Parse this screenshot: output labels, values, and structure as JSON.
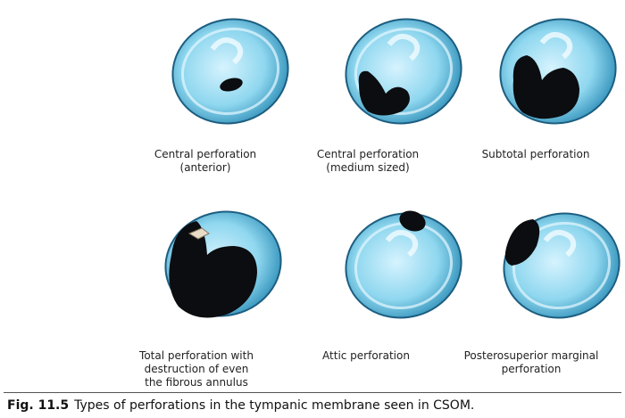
{
  "panels": [
    {
      "id": "central-anterior",
      "label_lines": [
        "Central perforation",
        "(anterior)"
      ]
    },
    {
      "id": "central-medium",
      "label_lines": [
        "Central perforation",
        "(medium sized)"
      ]
    },
    {
      "id": "subtotal",
      "label_lines": [
        "Subtotal perforation"
      ]
    },
    {
      "id": "total",
      "label_lines": [
        "Total perforation with",
        "destruction of even",
        "the fibrous annulus"
      ]
    },
    {
      "id": "attic",
      "label_lines": [
        "Attic perforation"
      ]
    },
    {
      "id": "posterosuperior-marginal",
      "label_lines": [
        "Posterosuperior marginal",
        "perforation"
      ]
    }
  ],
  "caption": {
    "figure_number": "Fig. 11.5",
    "text": "Types of perforations in the tympanic membrane seen in CSOM."
  },
  "colors": {
    "membrane_light": "#cdeffd",
    "membrane_mid": "#78cde9",
    "membrane_rim": "#2f8fb8",
    "perforation": "#0b0d10"
  }
}
